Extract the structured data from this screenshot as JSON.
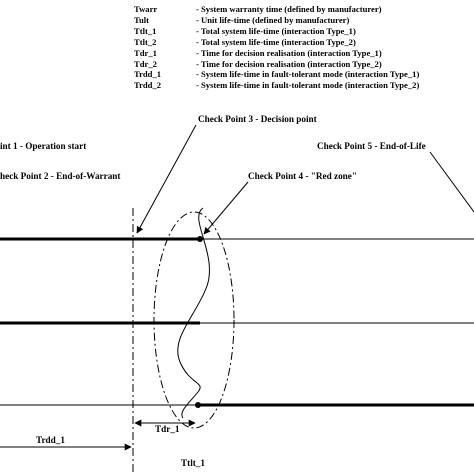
{
  "legend": [
    {
      "abbr": "Twarr",
      "desc": "- System warranty time (defined by manufacturer)"
    },
    {
      "abbr": "Tult",
      "desc": "- Unit life-time (defined by manufacturer)"
    },
    {
      "abbr": "Ttlt_1",
      "desc": "- Total system life-time (interaction Type_1)"
    },
    {
      "abbr": "Ttlt_2",
      "desc": "- Total system life-time (interaction Type_2)"
    },
    {
      "abbr": "Tdr_1",
      "desc": "- Time for decision realisation (interaction Type_1)"
    },
    {
      "abbr": "Tdr_2",
      "desc": "- Time for decision realisation (interaction Type_2)"
    },
    {
      "abbr": "Trdd_1",
      "desc": "- System life-time in fault-tolerant mode (interaction Type_1)"
    },
    {
      "abbr": "Trdd_2",
      "desc": "- System life-time in fault-tolerant mode (interaction Type_2)"
    }
  ],
  "checkpoints": {
    "cp1": "int 1 - Operation start",
    "cp2": "heck Point 2 - End-of-Warrant",
    "cp3": "Check Point 3 - Decision point",
    "cp4": "Check Point 4 - \"Red zone\"",
    "cp5": "Check Point 5 - End-of-Life"
  },
  "intervals": {
    "tdr_1": "Tdr_1",
    "trdd_1": "Trdd_1",
    "ttlt_1": "Ttlt_1"
  }
}
